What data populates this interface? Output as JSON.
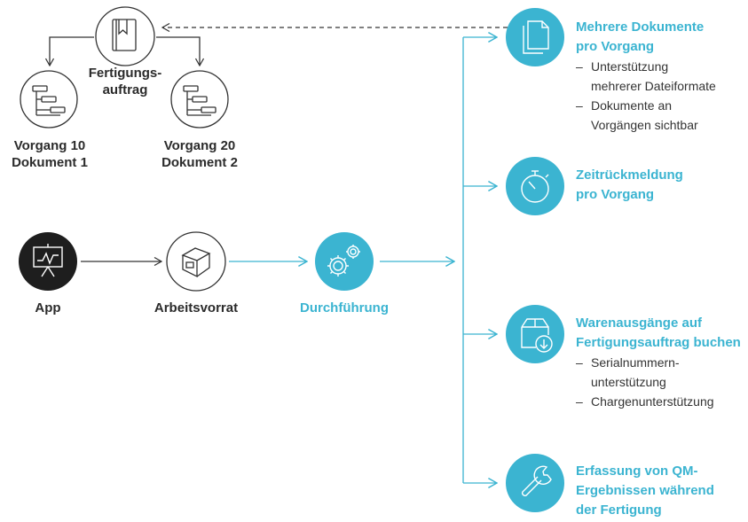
{
  "colors": {
    "accent": "#3bb4d1",
    "dark": "#1e1e1e",
    "line": "#333333"
  },
  "nodes": {
    "order_label": "Fertigungs-\nauftrag",
    "op10_label": "Vorgang 10\nDokument 1",
    "op20_label": "Vorgang 20\nDokument 2",
    "app_label": "App",
    "worklist_label": "Arbeitsvorrat",
    "execution_label": "Durchführung"
  },
  "features": [
    {
      "icon": "documents-icon",
      "title": "Mehrere Dokumente\npro Vorgang",
      "bullets": [
        "Unterstützung\nmehrerer Dateiformate",
        "Dokumente an\nVorgängen sichtbar"
      ]
    },
    {
      "icon": "stopwatch-icon",
      "title": "Zeitrückmeldung\npro Vorgang",
      "bullets": []
    },
    {
      "icon": "goods-issue-icon",
      "title": "Warenausgänge auf\nFertigungsauftrag buchen",
      "bullets": [
        "Serialnummern-\nunterstützung",
        "Chargenunterstützung"
      ]
    },
    {
      "icon": "wrench-icon",
      "title": "Erfassung von QM-\nErgebnissen während\nder Fertigung",
      "bullets": []
    }
  ],
  "bullet_dash": "–"
}
